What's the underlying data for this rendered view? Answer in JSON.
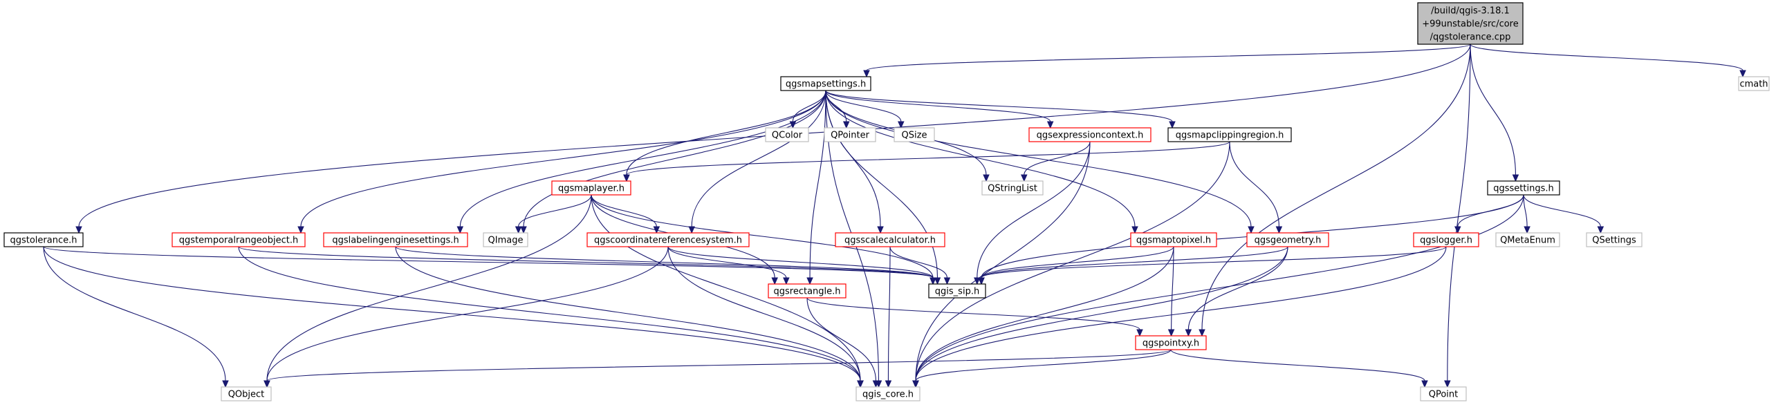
{
  "colors": {
    "edge": "#191970",
    "root_fill": "#bfbfbf",
    "root_border": "#000000",
    "red_border": "#ff0000",
    "gray_border": "#bfbfbf",
    "black_border": "#000000",
    "node_fill": "#ffffff"
  },
  "nodes": [
    {
      "id": "root",
      "lines": [
        "/build/qgis-3.18.1",
        "+99unstable/src/core",
        "/qgstolerance.cpp"
      ],
      "style": "root"
    },
    {
      "id": "qgsmapsettings",
      "lines": [
        "qgsmapsettings.h"
      ],
      "style": "black"
    },
    {
      "id": "cmath",
      "lines": [
        "cmath"
      ],
      "style": "gray"
    },
    {
      "id": "qgstolerance",
      "lines": [
        "qgstolerance.h"
      ],
      "style": "black"
    },
    {
      "id": "qgssettings",
      "lines": [
        "qgssettings.h"
      ],
      "style": "black"
    },
    {
      "id": "qcolor",
      "lines": [
        "QColor"
      ],
      "style": "gray"
    },
    {
      "id": "qpointer",
      "lines": [
        "QPointer"
      ],
      "style": "gray"
    },
    {
      "id": "qsize",
      "lines": [
        "QSize"
      ],
      "style": "gray"
    },
    {
      "id": "qgsexpressioncontext",
      "lines": [
        "qgsexpressioncontext.h"
      ],
      "style": "red"
    },
    {
      "id": "qgsmapclippingregion",
      "lines": [
        "qgsmapclippingregion.h"
      ],
      "style": "black"
    },
    {
      "id": "qstringlist",
      "lines": [
        "QStringList"
      ],
      "style": "gray"
    },
    {
      "id": "qgsmaplayer",
      "lines": [
        "qgsmaplayer.h"
      ],
      "style": "red"
    },
    {
      "id": "qimage",
      "lines": [
        "QImage"
      ],
      "style": "gray"
    },
    {
      "id": "qgstemporalrangeobject",
      "lines": [
        "qgstemporalrangeobject.h"
      ],
      "style": "red"
    },
    {
      "id": "qgslabelingenginesettings",
      "lines": [
        "qgslabelingenginesettings.h"
      ],
      "style": "red"
    },
    {
      "id": "qgscoordinatereferencesystem",
      "lines": [
        "qgscoordinatereferencesystem.h"
      ],
      "style": "red"
    },
    {
      "id": "qgsscalecalculator",
      "lines": [
        "qgsscalecalculator.h"
      ],
      "style": "red"
    },
    {
      "id": "qgsmaptopixel",
      "lines": [
        "qgsmaptopixel.h"
      ],
      "style": "red"
    },
    {
      "id": "qgsgeometry",
      "lines": [
        "qgsgeometry.h"
      ],
      "style": "red"
    },
    {
      "id": "qgslogger",
      "lines": [
        "qgslogger.h"
      ],
      "style": "red"
    },
    {
      "id": "qmetaenum",
      "lines": [
        "QMetaEnum"
      ],
      "style": "gray"
    },
    {
      "id": "qsettings",
      "lines": [
        "QSettings"
      ],
      "style": "gray"
    },
    {
      "id": "qgis_sip",
      "lines": [
        "qgis_sip.h"
      ],
      "style": "black"
    },
    {
      "id": "qgsrectangle",
      "lines": [
        "qgsrectangle.h"
      ],
      "style": "red"
    },
    {
      "id": "qgspointxy",
      "lines": [
        "qgspointxy.h"
      ],
      "style": "red"
    },
    {
      "id": "qobject",
      "lines": [
        "QObject"
      ],
      "style": "gray"
    },
    {
      "id": "qgis_core",
      "lines": [
        "qgis_core.h"
      ],
      "style": "gray"
    },
    {
      "id": "qpoint",
      "lines": [
        "QPoint"
      ],
      "style": "gray"
    }
  ],
  "edges": [
    [
      "root",
      "qgsmapsettings"
    ],
    [
      "root",
      "cmath"
    ],
    [
      "root",
      "qgstolerance"
    ],
    [
      "root",
      "qgssettings"
    ],
    [
      "root",
      "qgspointxy"
    ],
    [
      "root",
      "qpoint"
    ],
    [
      "qgsmapsettings",
      "qcolor"
    ],
    [
      "qgsmapsettings",
      "qpointer"
    ],
    [
      "qgsmapsettings",
      "qsize"
    ],
    [
      "qgsmapsettings",
      "qgsexpressioncontext"
    ],
    [
      "qgsmapsettings",
      "qgsmapclippingregion"
    ],
    [
      "qgsmapsettings",
      "qstringlist"
    ],
    [
      "qgsmapsettings",
      "qgsmaplayer"
    ],
    [
      "qgsmapsettings",
      "qimage"
    ],
    [
      "qgsmapsettings",
      "qgstemporalrangeobject"
    ],
    [
      "qgsmapsettings",
      "qgslabelingenginesettings"
    ],
    [
      "qgsmapsettings",
      "qgscoordinatereferencesystem"
    ],
    [
      "qgsmapsettings",
      "qgsscalecalculator"
    ],
    [
      "qgsmapsettings",
      "qgsmaptopixel"
    ],
    [
      "qgsmapsettings",
      "qgsgeometry"
    ],
    [
      "qgsmapsettings",
      "qgis_sip"
    ],
    [
      "qgsmapsettings",
      "qgsrectangle"
    ],
    [
      "qgsmapsettings",
      "qgis_core"
    ],
    [
      "qgsexpressioncontext",
      "qstringlist"
    ],
    [
      "qgsexpressioncontext",
      "qgis_sip"
    ],
    [
      "qgsexpressioncontext",
      "qgis_core"
    ],
    [
      "qgsmapclippingregion",
      "qgsmaplayer"
    ],
    [
      "qgsmapclippingregion",
      "qgsgeometry"
    ],
    [
      "qgsmapclippingregion",
      "qgis_core"
    ],
    [
      "qgsmaplayer",
      "qimage"
    ],
    [
      "qgsmaplayer",
      "qgscoordinatereferencesystem"
    ],
    [
      "qgsmaplayer",
      "qgsrectangle"
    ],
    [
      "qgsmaplayer",
      "qgis_sip"
    ],
    [
      "qgsmaplayer",
      "qobject"
    ],
    [
      "qgsmaplayer",
      "qgis_core"
    ],
    [
      "qgstolerance",
      "qgis_sip"
    ],
    [
      "qgstolerance",
      "qobject"
    ],
    [
      "qgstolerance",
      "qgis_core"
    ],
    [
      "qgstemporalrangeobject",
      "qgis_sip"
    ],
    [
      "qgstemporalrangeobject",
      "qgis_core"
    ],
    [
      "qgslabelingenginesettings",
      "qgis_sip"
    ],
    [
      "qgslabelingenginesettings",
      "qgis_core"
    ],
    [
      "qgscoordinatereferencesystem",
      "qgis_sip"
    ],
    [
      "qgscoordinatereferencesystem",
      "qgsrectangle"
    ],
    [
      "qgscoordinatereferencesystem",
      "qobject"
    ],
    [
      "qgscoordinatereferencesystem",
      "qgis_core"
    ],
    [
      "qgsscalecalculator",
      "qgis_sip"
    ],
    [
      "qgsscalecalculator",
      "qgis_core"
    ],
    [
      "qgsmaptopixel",
      "qgis_sip"
    ],
    [
      "qgsmaptopixel",
      "qgspointxy"
    ],
    [
      "qgsmaptopixel",
      "qgis_core"
    ],
    [
      "qgsgeometry",
      "qgis_sip"
    ],
    [
      "qgsgeometry",
      "qgspointxy"
    ],
    [
      "qgsgeometry",
      "qgis_core"
    ],
    [
      "qgssettings",
      "qgslogger"
    ],
    [
      "qgssettings",
      "qmetaenum"
    ],
    [
      "qgssettings",
      "qsettings"
    ],
    [
      "qgssettings",
      "qgis_sip"
    ],
    [
      "qgssettings",
      "qgis_core"
    ],
    [
      "qgslogger",
      "qgis_sip"
    ],
    [
      "qgslogger",
      "qgis_core"
    ],
    [
      "qgsrectangle",
      "qgspointxy"
    ],
    [
      "qgsrectangle",
      "qgis_core"
    ],
    [
      "qgspointxy",
      "qobject"
    ],
    [
      "qgspointxy",
      "qgis_core"
    ],
    [
      "qgspointxy",
      "qpoint"
    ]
  ]
}
